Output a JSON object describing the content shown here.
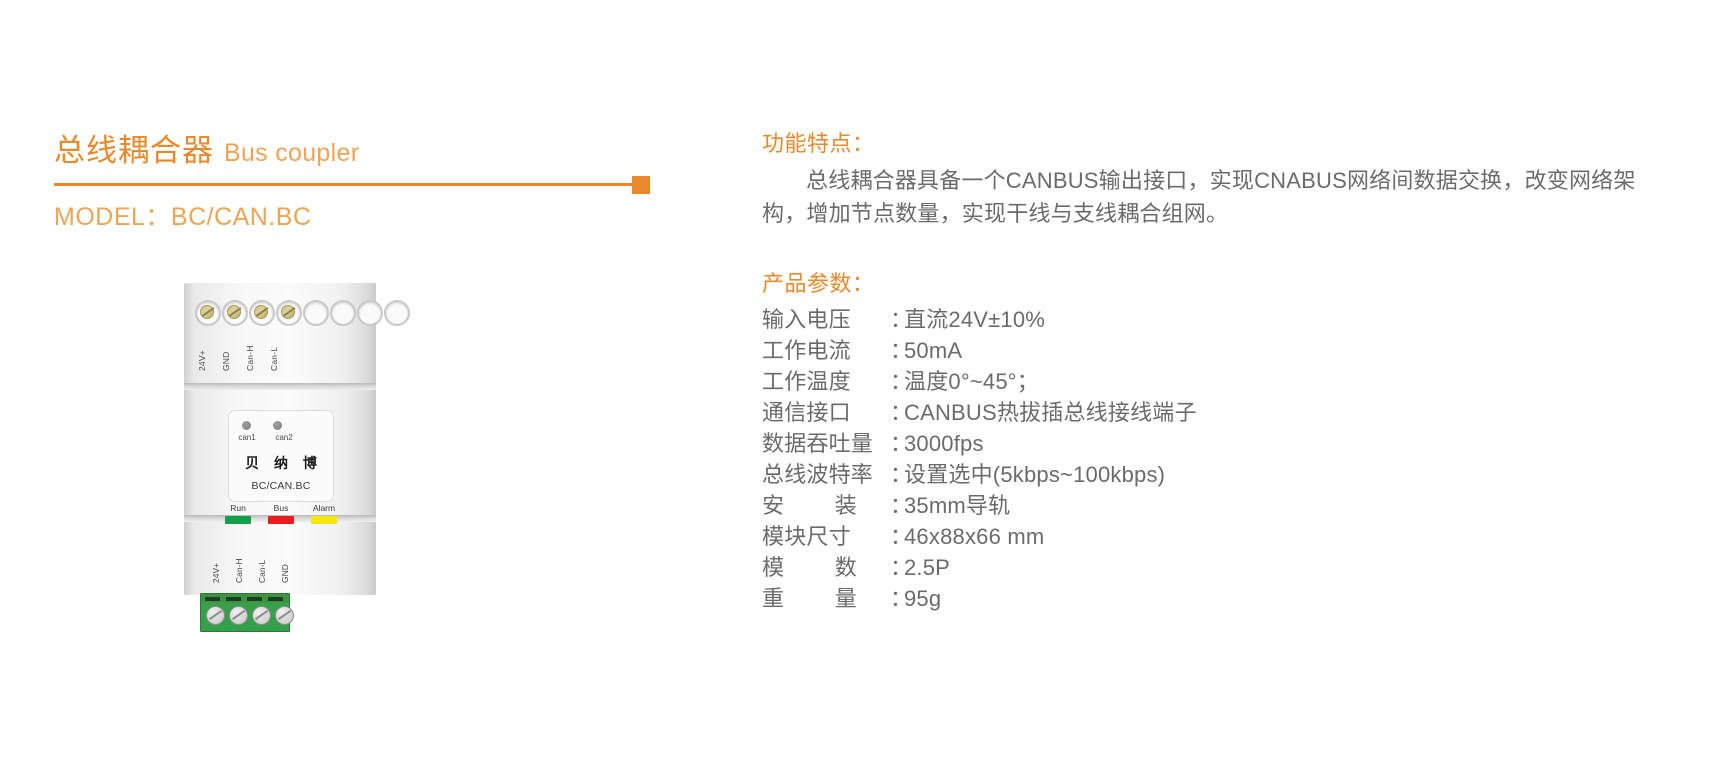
{
  "header": {
    "title_cn": "总线耦合器",
    "title_en": "Bus coupler",
    "model_line": "MODEL：BC/CAN.BC",
    "accent_color": "#e8892b",
    "accent_light": "#eda455"
  },
  "device": {
    "brand": "贝 纳 博",
    "plate_model": "BC/CAN.BC",
    "can_leds": [
      {
        "label": "can1"
      },
      {
        "label": "can2"
      }
    ],
    "top_terminal_labels": [
      "24V+",
      "GND",
      "Can-H",
      "Can-L"
    ],
    "top_hole_count": 8,
    "top_filled_count": 4,
    "status_leds": [
      {
        "label": "Run",
        "color": "#12a04b"
      },
      {
        "label": "Bus",
        "color": "#e81c21"
      },
      {
        "label": "Alarm",
        "color": "#f7e511"
      }
    ],
    "bottom_terminal_labels": [
      "24V+",
      "Can-H",
      "Can-L",
      "GND"
    ],
    "plug_pin_count": 4,
    "plug_color": "#32a04a"
  },
  "features": {
    "heading": "功能特点：",
    "body": "总线耦合器具备一个CANBUS输出接口，实现CNABUS网络间数据交换，改变网络架构，增加节点数量，实现干线与支线耦合组网。"
  },
  "parameters": {
    "heading": "产品参数：",
    "rows": [
      {
        "label": "输入电压",
        "value": "直流24V±10%"
      },
      {
        "label": "工作电流",
        "value": "50mA"
      },
      {
        "label": "工作温度",
        "value": "温度0°~45°；"
      },
      {
        "label": "通信接口",
        "value": "CANBUS热拔插总线接线端子"
      },
      {
        "label": "数据吞吐量",
        "value": "3000fps"
      },
      {
        "label": "总线波特率",
        "value": "设置选中(5kbps~100kbps)"
      },
      {
        "label": "安        装",
        "value": "35mm导轨"
      },
      {
        "label": "模块尺寸",
        "value": "46x88x66 mm"
      },
      {
        "label": "模        数",
        "value": "2.5P"
      },
      {
        "label": "重        量",
        "value": "95g"
      }
    ]
  }
}
